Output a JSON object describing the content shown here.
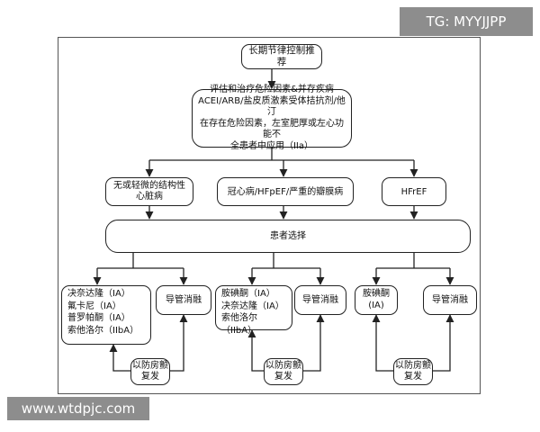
{
  "watermarks": {
    "tg": "TG: MYYJJPP",
    "site": "www.wtdpjc.com"
  },
  "diagram": {
    "title": "长期节律控制推荐",
    "assess": {
      "line1": "评估和治疗危险因素&并存疾病",
      "line2": "ACEI/ARB/盐皮质激素受体拮抗剂/他汀",
      "line3": "在存在危险因素，左室肥厚或左心功能不",
      "line4": "全患者中应用（IIa）"
    },
    "categories": {
      "left": {
        "line1": "无或轻微的结构性",
        "line2": "心脏病"
      },
      "middle": "冠心病/HFpEF/严重的瓣膜病",
      "right": "HFrEF"
    },
    "patient_choice": "患者选择",
    "drugs": {
      "left": [
        "决奈达隆（IA）",
        "氟卡尼（IA）",
        "普罗帕酮（IA）",
        "索他洛尔（IIbA）"
      ],
      "middle": [
        "胺碘酮（IA）",
        "决奈达隆（IA）",
        "索他洛尔（IIbA）"
      ],
      "right": [
        "胺碘酮",
        "(IA)"
      ]
    },
    "ablation": {
      "left": "导管消融",
      "middle": "导管消融",
      "right": "导管消融"
    },
    "prevent": {
      "left": {
        "line1": "以防房颤",
        "line2": "复发"
      },
      "middle": {
        "line1": "以防房颤",
        "line2": "复发"
      },
      "right": {
        "line1": "以防房颤",
        "line2": "复发"
      }
    }
  }
}
